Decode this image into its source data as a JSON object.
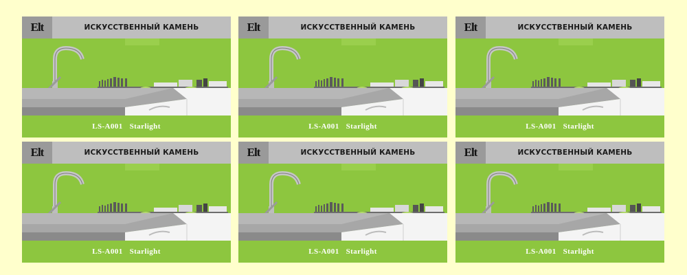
{
  "cards": [
    {
      "logo": "Elt",
      "title": "ИСКУССТВЕННЫЙ КАМЕНЬ",
      "code": "LS-A001",
      "name": "Starlight"
    },
    {
      "logo": "Elt",
      "title": "ИСКУССТВЕННЫЙ КАМЕНЬ",
      "code": "LS-A001",
      "name": "Starlight"
    },
    {
      "logo": "Elt",
      "title": "ИСКУССТВЕННЫЙ КАМЕНЬ",
      "code": "LS-A001",
      "name": "Starlight"
    },
    {
      "logo": "Elt",
      "title": "ИСКУССТВЕННЫЙ КАМЕНЬ",
      "code": "LS-A001",
      "name": "Starlight"
    },
    {
      "logo": "Elt",
      "title": "ИСКУССТВЕННЫЙ КАМЕНЬ",
      "code": "LS-A001",
      "name": "Starlight"
    },
    {
      "logo": "Elt",
      "title": "ИСКУССТВЕННЫЙ КАМЕНЬ",
      "code": "LS-A001",
      "name": "Starlight"
    }
  ],
  "colors": {
    "page_background": "#ffffcc",
    "backsplash_green": "#8dc63f",
    "header_gray": "#bebebe",
    "logo_gray": "#9a9a9a",
    "countertop_gray": "#a7a7a7",
    "cabinet_white": "#f4f4f4"
  }
}
